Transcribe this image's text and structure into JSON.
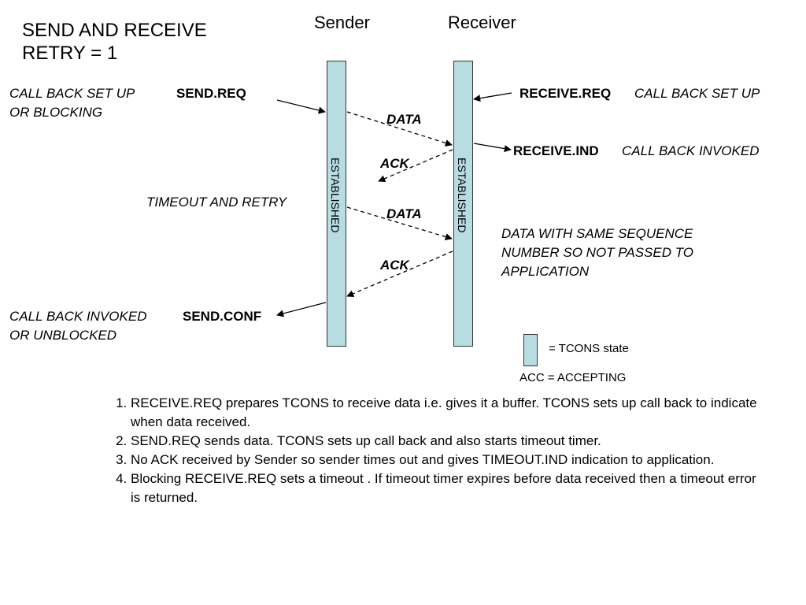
{
  "title": {
    "line1": "SEND AND RECEIVE",
    "line2": "RETRY = 1"
  },
  "lanes": {
    "sender": "Sender",
    "receiver": "Receiver",
    "state_label": "ESTABLISHED"
  },
  "left_annotations": {
    "callback_setup_line1": "CALL BACK SET UP",
    "callback_setup_line2": "OR BLOCKING",
    "send_req": "SEND.REQ",
    "timeout_retry": "TIMEOUT AND RETRY",
    "callback_invoked_line1": "CALL BACK INVOKED",
    "callback_invoked_line2": "OR UNBLOCKED",
    "send_conf": "SEND.CONF"
  },
  "right_annotations": {
    "receive_req": "RECEIVE.REQ",
    "receive_req_note": "CALL BACK SET UP",
    "receive_ind": "RECEIVE.IND",
    "receive_ind_note": "CALL BACK INVOKED",
    "duplicate_line1": "DATA WITH SAME SEQUENCE",
    "duplicate_line2": "NUMBER SO NOT PASSED TO",
    "duplicate_line3": "APPLICATION"
  },
  "messages": {
    "data1": "DATA",
    "ack1": "ACK",
    "data2": "DATA",
    "ack2": "ACK"
  },
  "legend": {
    "state": "= TCONS state",
    "acc": "ACC = ACCEPTING"
  },
  "notes": [
    "RECEIVE.REQ prepares TCONS to receive data i.e. gives it a buffer. TCONS sets up call back to indicate when data received.",
    "SEND.REQ sends data. TCONS sets up call back and also starts timeout timer.",
    "No ACK received by Sender so sender times out and gives TIMEOUT.IND indication to application.",
    "Blocking RECEIVE.REQ sets a timeout . If timeout timer expires before data received then a timeout error is returned."
  ],
  "colors": {
    "state_fill": "#b7dde3",
    "line": "#000000"
  }
}
